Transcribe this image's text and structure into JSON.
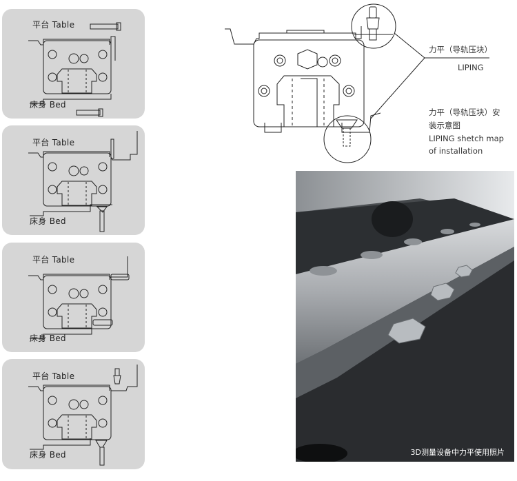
{
  "panels": [
    {
      "table_label": "平台 Table",
      "bed_label": "床身 Bed",
      "variant": "bolt-top-down"
    },
    {
      "table_label": "平台 Table",
      "bed_label": "床身 Bed",
      "variant": "wedge-side"
    },
    {
      "table_label": "平台 Table",
      "bed_label": "床身 Bed",
      "variant": "side-screw"
    },
    {
      "table_label": "平台 Table",
      "bed_label": "床身 Bed",
      "variant": "taper-screw"
    }
  ],
  "main": {
    "callout_cn": "力平（导轨压块）",
    "callout_en": "LIPING",
    "note_cn_1": "力平（导轨压块）安",
    "note_cn_2": "装示意图",
    "note_en_1": "LIPING shetch map",
    "note_en_2": "of installation"
  },
  "photo": {
    "caption": "3D测量设备中力平使用照片"
  },
  "colors": {
    "panel_bg": "#d6d6d6",
    "line": "#222222"
  }
}
